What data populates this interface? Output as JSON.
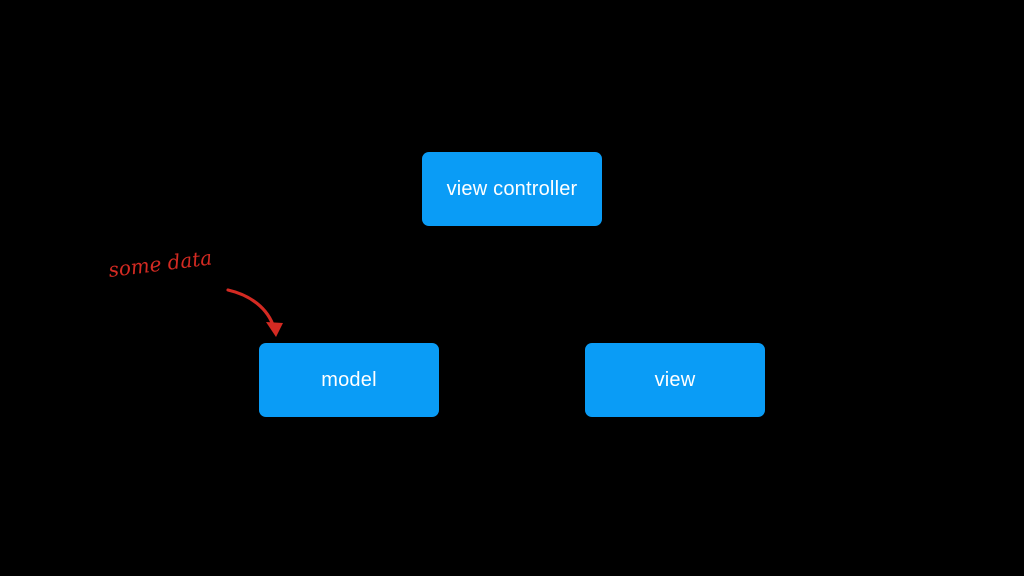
{
  "colors": {
    "background": "#000000",
    "box_fill": "#0a9cf6",
    "box_text": "#ffffff",
    "annotation": "#d42a22"
  },
  "diagram": {
    "nodes": {
      "view_controller": "view controller",
      "model": "model",
      "view": "view"
    },
    "annotation": {
      "text": "some data",
      "target": "model"
    }
  }
}
